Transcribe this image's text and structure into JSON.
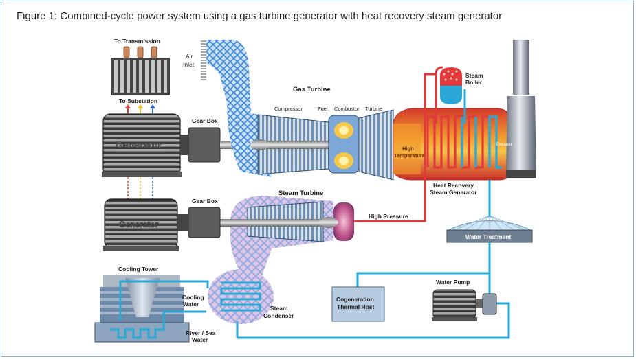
{
  "caption": "Figure 1: Combined-cycle power system using a gas turbine generator with heat recovery steam generator",
  "labels": {
    "to_transmission": "To Transmission",
    "to_substation": "To Substation",
    "air_inlet_1": "Air",
    "air_inlet_2": "Inlet",
    "gas_turbine": "Gas Turbine",
    "compressor": "Compressor",
    "fuel": "Fuel",
    "combustor": "Combustor",
    "turbine": "Turbine",
    "high_temp_1": "High",
    "high_temp_2": "Temperature",
    "steam_boiler_1": "Steam",
    "steam_boiler_2": "Boiler",
    "exhaust": "Exhaust",
    "hrsg_1": "Heat Recovery",
    "hrsg_2": "Steam Generator",
    "gear_box_top": "Gear Box",
    "gear_box_bottom": "Gear Box",
    "generator_top": "Generator",
    "generator_bottom": "Generator",
    "steam_turbine": "Steam Turbine",
    "high_pressure": "High Pressure",
    "water_treatment": "Water Treatment",
    "cooling_tower": "Cooling Tower",
    "cooling_water_1": "Cooling",
    "cooling_water_2": "Water",
    "steam_condenser_1": "Steam",
    "steam_condenser_2": "Condenser",
    "river_sea_1": "River / Sea",
    "river_sea_2": "Water",
    "cogeneration_1": "Cogeneration",
    "cogeneration_2": "Thermal Host",
    "water_pump": "Water Pump"
  },
  "colors": {
    "frame_border": "#7fb2d6",
    "pipe_blue": "#2aa9d6",
    "pipe_red": "#e23a3a",
    "metal_dark": "#555555",
    "air_blue": "#7fb3e8",
    "steam_pink": "#c9a6d6"
  }
}
